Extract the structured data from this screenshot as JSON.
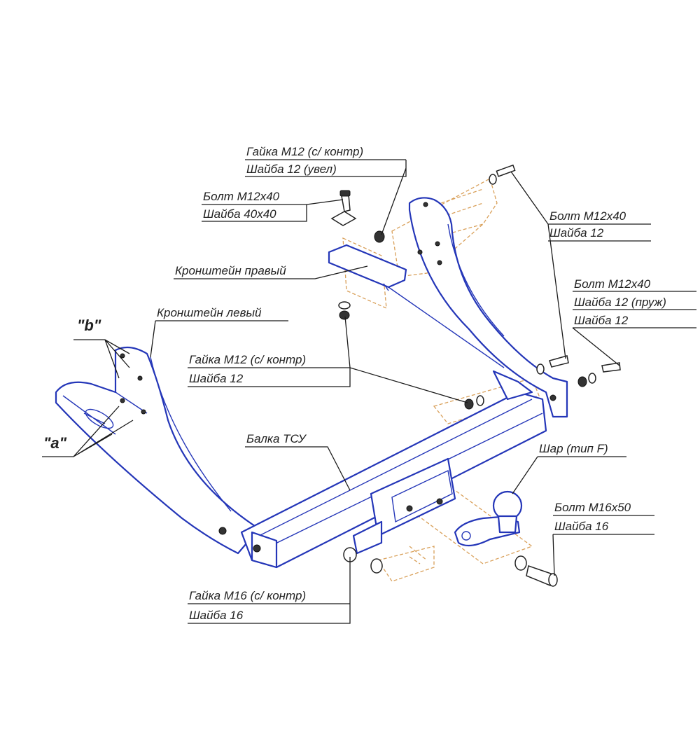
{
  "colors": {
    "part_outline": "#2436b8",
    "assembly_lines": "#d9a05a",
    "leader_lines": "#1a1a1a",
    "background": "#ffffff"
  },
  "labels": {
    "nut_m12_top": {
      "line1": "Гайка М12 (с/ контр)",
      "line2": "Шайба 12 (увел)"
    },
    "bolt_m12x40_washer40": {
      "line1": "Болт М12х40",
      "line2": "Шайба 40х40"
    },
    "bolt_m12x40_right": {
      "line1": "Болт М12х40",
      "line2": "Шайба 12"
    },
    "bolt_m12x40_spring": {
      "line1": "Болт М12х40",
      "line2": "Шайба 12 (пруж)",
      "line3": "Шайба 12"
    },
    "bracket_right": "Кронштейн правый",
    "bracket_left": "Кронштейн левый",
    "marker_b": "\"b\"",
    "marker_a": "\"a\"",
    "nut_m12_mid": {
      "line1": "Гайка М12 (с/ контр)",
      "line2": "Шайба 12"
    },
    "beam": "Балка ТСУ",
    "ball": "Шар (тип F)",
    "bolt_m16x50": {
      "line1": "Болт М16х50",
      "line2": "Шайба 16"
    },
    "nut_m16": {
      "line1": "Гайка М16 (с/ контр)",
      "line2": "Шайба 16"
    }
  },
  "icons": [
    "bolt-icon",
    "nut-icon",
    "washer-icon",
    "tow-ball-icon"
  ]
}
